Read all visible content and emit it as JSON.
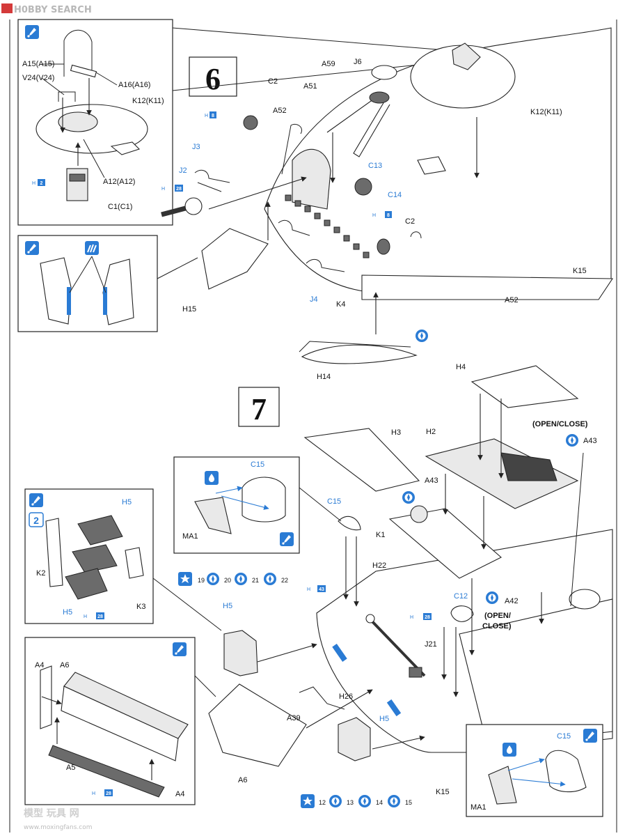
{
  "brand": {
    "text": "H0BBY SEARCH",
    "logo_icon": "hobbysearch-logo-icon"
  },
  "watermark": {
    "text": "模型 玩具 网",
    "url": "www.moxingfans.com"
  },
  "steps": [
    {
      "number": "6"
    },
    {
      "number": "7"
    }
  ],
  "step6_inset1_labels": {
    "a15": "A15(A15)",
    "v24": "V24(V24)",
    "a16": "A16(A16)",
    "k12": "K12(K11)",
    "a12": "A12(A12)",
    "c1": "C1(C1)",
    "paint_code": "2"
  },
  "step6_labels": {
    "c2a": "C2",
    "a59": "A59",
    "j6": "J6",
    "a51": "A51",
    "a52a": "A52",
    "j3": "J3",
    "j2": "J2",
    "k12": "K12(K11)",
    "c13": "C13",
    "c14": "C14",
    "c2b": "C2",
    "h15": "H15",
    "k4": "K4",
    "j4": "J4",
    "a52b": "A52",
    "k15": "K15",
    "h14": "H14",
    "paint_h8a": "8",
    "paint_h18a": "28",
    "paint_h8b": "8"
  },
  "step7_labels": {
    "h4": "H4",
    "open_close_top": "(OPEN/CLOSE)",
    "a43a": "A43",
    "h3": "H3",
    "h2": "H2",
    "c15_inset": "C15",
    "ma1_inset": "MA1",
    "c15": "C15",
    "a43b": "A43",
    "k1": "K1",
    "h5_top": "H5",
    "k2": "K2",
    "k3": "K3",
    "h5_bottom": "H5",
    "h22": "H22",
    "c12": "C12",
    "a42": "A42",
    "open_close_mid": "(OPEN/\nCLOSE)",
    "open_close_l1": "(OPEN/",
    "open_close_l2": "CLOSE)",
    "h5_main": "H5",
    "j21": "J21",
    "h26": "H26",
    "a39": "A39",
    "h5_lower": "H5",
    "a4_left": "A4",
    "a6_top": "A6",
    "a5": "A5",
    "a4_right": "A4",
    "a6_bottom": "A6",
    "k15": "K15",
    "c15_bottom": "C15",
    "ma1_bottom": "MA1",
    "paint_h37": "43",
    "paint_h18b": "28",
    "paint_h18c": "28",
    "paint_h18d": "28",
    "x2": "2"
  },
  "decal_row_top": [
    "19",
    "20",
    "21",
    "22"
  ],
  "decal_row_bottom": [
    "12",
    "13",
    "14",
    "15"
  ],
  "colors": {
    "accent_blue": "#2a7bd4",
    "line": "#222222"
  },
  "icons": [
    "glue-icon",
    "cement-icon",
    "paint-icon",
    "decal-icon",
    "star-icon",
    "hobbysearch-logo-icon"
  ]
}
